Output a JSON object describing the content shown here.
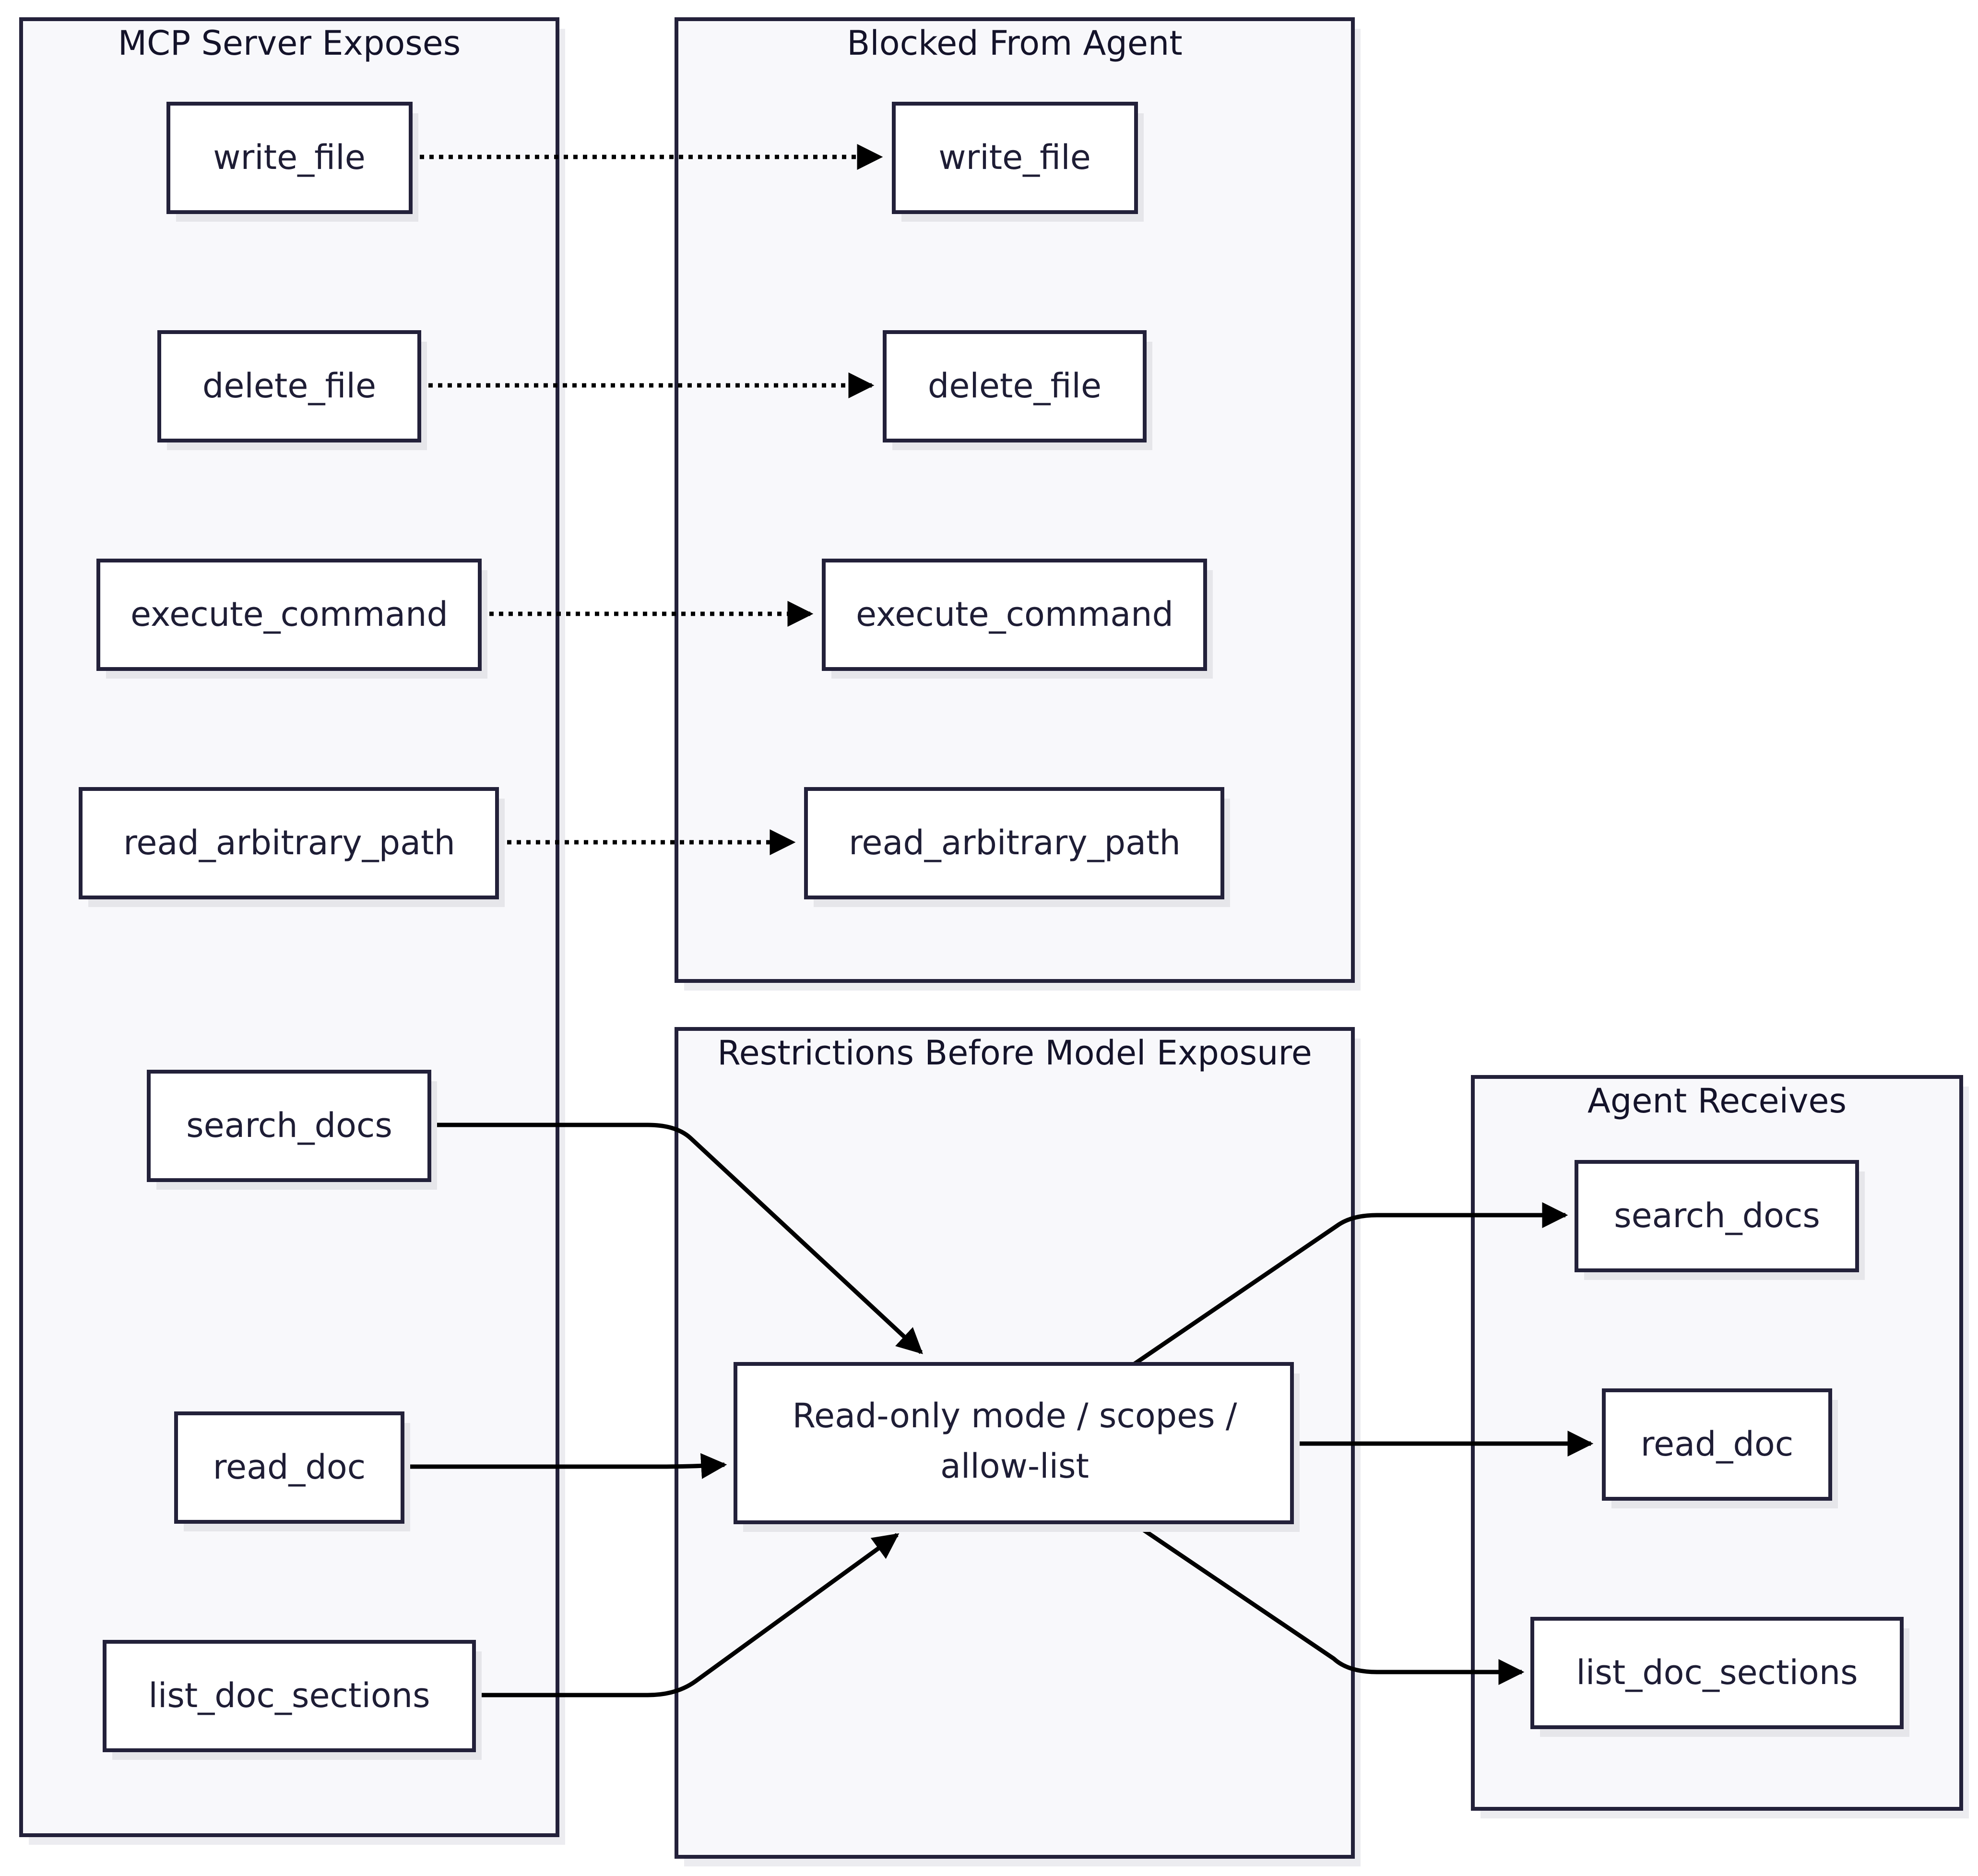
{
  "colors": {
    "node_border": "#23213a",
    "group_fill": "#f8f8fb",
    "edge": "#000000",
    "text": "#1e1d35"
  },
  "groups": {
    "mcp_server": {
      "title": "MCP Server Exposes"
    },
    "blocked": {
      "title": "Blocked From Agent"
    },
    "restrictions": {
      "title": "Restrictions Before Model Exposure"
    },
    "agent": {
      "title": "Agent Receives"
    }
  },
  "nodes": {
    "mcp_write_file": {
      "label": "write_file"
    },
    "mcp_delete_file": {
      "label": "delete_file"
    },
    "mcp_execute_command": {
      "label": "execute_command"
    },
    "mcp_read_arbitrary_path": {
      "label": "read_arbitrary_path"
    },
    "mcp_search_docs": {
      "label": "search_docs"
    },
    "mcp_read_doc": {
      "label": "read_doc"
    },
    "mcp_list_doc_sections": {
      "label": "list_doc_sections"
    },
    "blocked_write_file": {
      "label": "write_file"
    },
    "blocked_delete_file": {
      "label": "delete_file"
    },
    "blocked_execute_command": {
      "label": "execute_command"
    },
    "blocked_read_arbitrary_path": {
      "label": "read_arbitrary_path"
    },
    "restriction_filter": {
      "label_line1": "Read-only mode / scopes /",
      "label_line2": "allow-list"
    },
    "agent_search_docs": {
      "label": "search_docs"
    },
    "agent_read_doc": {
      "label": "read_doc"
    },
    "agent_list_doc_sections": {
      "label": "list_doc_sections"
    }
  },
  "edges": [
    {
      "from": "mcp_write_file",
      "to": "blocked_write_file",
      "style": "dotted"
    },
    {
      "from": "mcp_delete_file",
      "to": "blocked_delete_file",
      "style": "dotted"
    },
    {
      "from": "mcp_execute_command",
      "to": "blocked_execute_command",
      "style": "dotted"
    },
    {
      "from": "mcp_read_arbitrary_path",
      "to": "blocked_read_arbitrary_path",
      "style": "dotted"
    },
    {
      "from": "mcp_search_docs",
      "to": "restriction_filter",
      "style": "solid"
    },
    {
      "from": "mcp_read_doc",
      "to": "restriction_filter",
      "style": "solid"
    },
    {
      "from": "mcp_list_doc_sections",
      "to": "restriction_filter",
      "style": "solid"
    },
    {
      "from": "restriction_filter",
      "to": "agent_search_docs",
      "style": "solid"
    },
    {
      "from": "restriction_filter",
      "to": "agent_read_doc",
      "style": "solid"
    },
    {
      "from": "restriction_filter",
      "to": "agent_list_doc_sections",
      "style": "solid"
    }
  ]
}
